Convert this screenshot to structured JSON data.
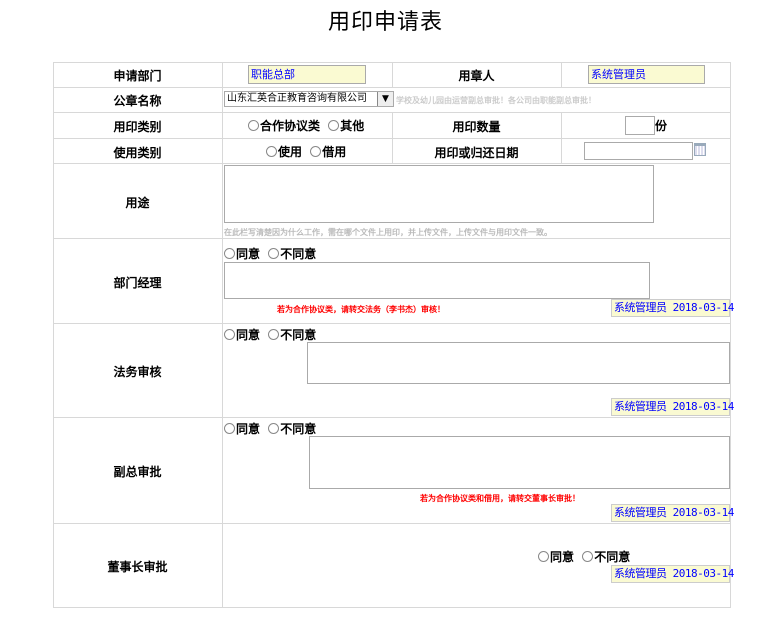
{
  "title": "用印申请表",
  "labels": {
    "dept": "申请部门",
    "user": "用章人",
    "seal_name": "公章名称",
    "seal_type": "用印类别",
    "seal_count": "用印数量",
    "use_type": "使用类别",
    "date": "用印或归还日期",
    "purpose": "用途",
    "manager": "部门经理",
    "legal": "法务审核",
    "vp": "副总审批",
    "chairman": "董事长审批"
  },
  "values": {
    "dept": "职能总部",
    "user": "系统管理员",
    "company": "山东汇英合正教育咨询有限公司",
    "count": "",
    "count_unit": "份",
    "date": ""
  },
  "hints": {
    "company": "学校及幼儿园由运营副总审批！各公司由职能副总审批！",
    "purpose": "在此栏写清楚因为什么工作，需在哪个文件上用印，并上传文件，上传文件与用印文件一致。",
    "manager": "若为合作协议类，请转交法务（李书杰）审核！",
    "vp": "若为合作协议类和借用，请转交董事长审批！"
  },
  "options": {
    "seal_type": [
      "合作协议类",
      "其他"
    ],
    "use_type": [
      "使用",
      "借用"
    ],
    "approve": "同意",
    "reject": "不同意"
  },
  "signature": "系统管理员 2018-03-14"
}
